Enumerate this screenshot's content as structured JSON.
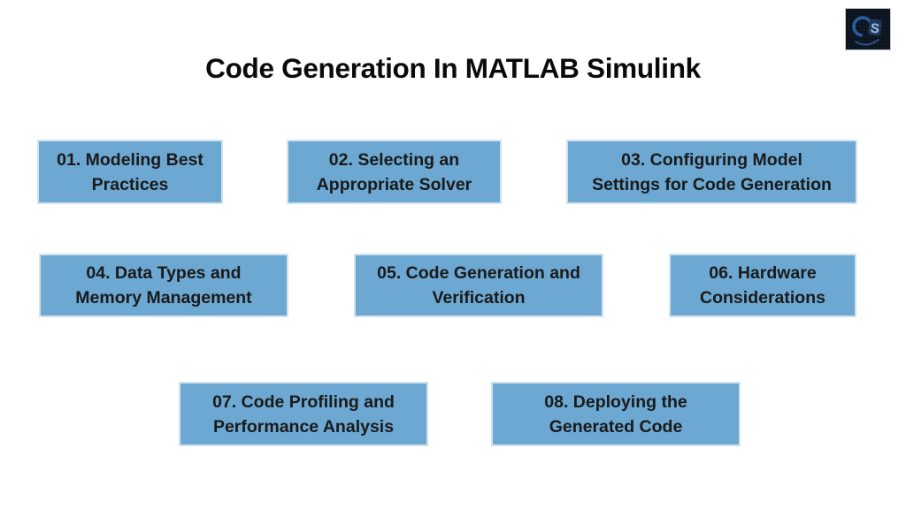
{
  "title": "Code Generation In MATLAB Simulink",
  "logo": {
    "glyph": "S"
  },
  "colors": {
    "background": "#FFFFFF",
    "box_fill": "#6CA8D2",
    "box_border": "#CFE2EF",
    "box_text": "#1A1A1A",
    "title_text": "#0A0A0A",
    "logo_bg": "#0D1420",
    "logo_border": "#C9C9C9",
    "logo_accent": "#2A5E9E",
    "logo_glyph": "#9CC2E5"
  },
  "boxes": [
    {
      "label": "01. Modeling Best Practices",
      "lines": [
        "01. Modeling Best",
        "Practices"
      ]
    },
    {
      "label": "02. Selecting an Appropriate Solver",
      "lines": [
        "02. Selecting an",
        "Appropriate Solver"
      ]
    },
    {
      "label": "03. Configuring Model Settings for Code Generation",
      "lines": [
        "03. Configuring Model",
        "Settings for Code Generation"
      ]
    },
    {
      "label": "04. Data Types and Memory Management",
      "lines": [
        "04. Data Types and",
        "Memory Management"
      ]
    },
    {
      "label": "05. Code Generation and Verification",
      "lines": [
        "05. Code Generation and",
        "Verification"
      ]
    },
    {
      "label": "06. Hardware Considerations",
      "lines": [
        "06. Hardware",
        "Considerations"
      ]
    },
    {
      "label": "07. Code Profiling and Performance Analysis",
      "lines": [
        "07. Code Profiling and",
        "Performance Analysis"
      ]
    },
    {
      "label": "08. Deploying the Generated Code",
      "lines": [
        "08. Deploying the",
        "Generated Code"
      ]
    }
  ]
}
